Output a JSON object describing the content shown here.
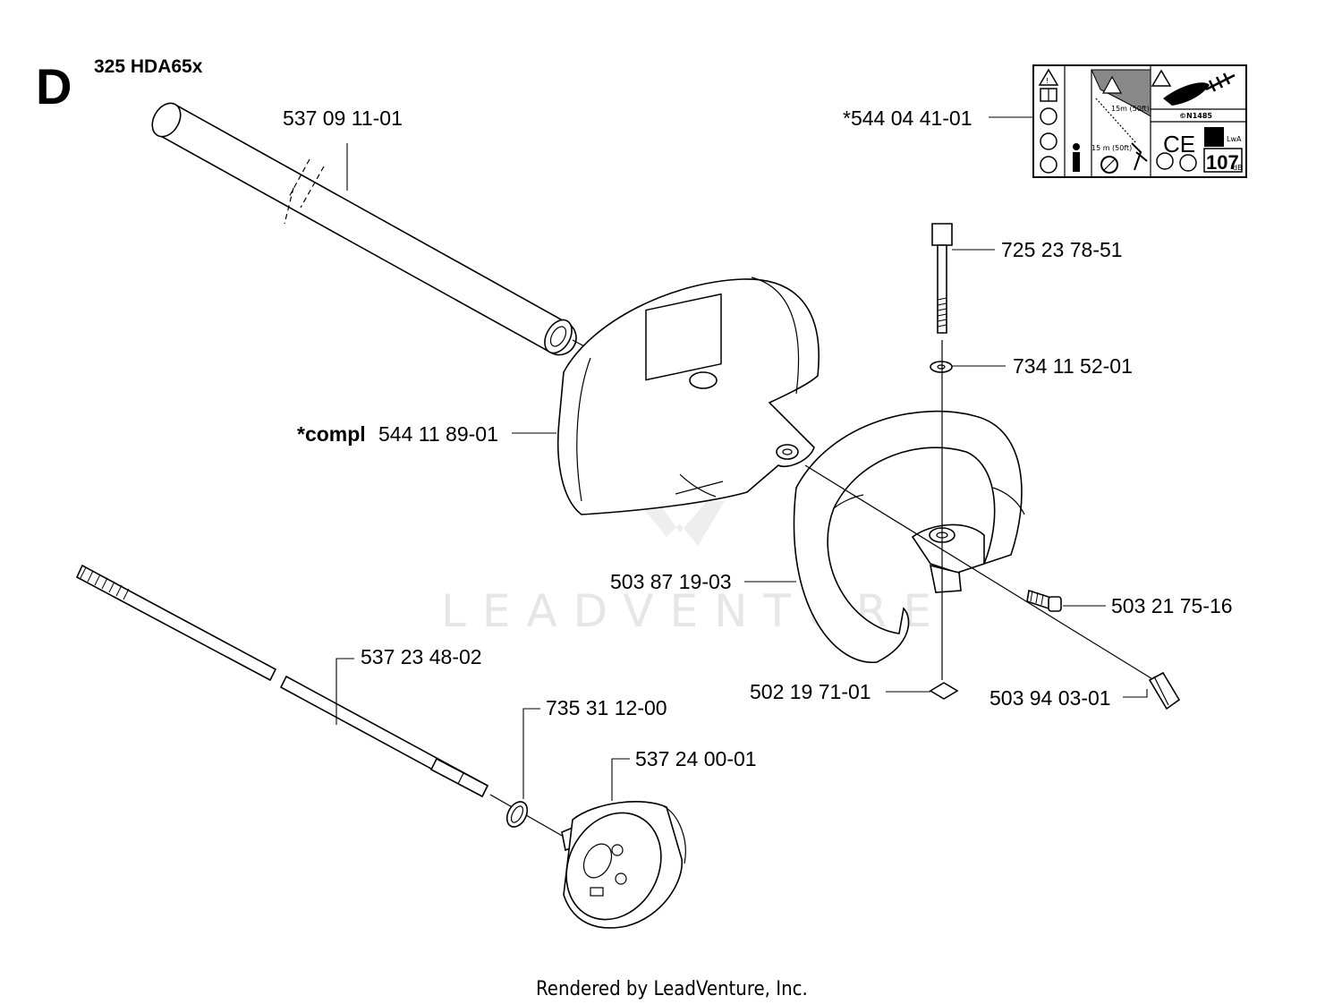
{
  "section_letter": "D",
  "model": "325 HDA65x",
  "footer": "Rendered by LeadVenture, Inc.",
  "watermark": "LEADVENTURE",
  "labels": {
    "tube": "537 09 11-01",
    "decal": "*544 04 41-01",
    "bolt": "725 23 78-51",
    "washer": "734 11 52-01",
    "guard_bold": "*compl",
    "guard": "544 11 89-01",
    "handle": "503 87 19-03",
    "screw": "503 21 75-16",
    "shaft": "537 23 48-02",
    "nut": "502 19 71-01",
    "clip": "503 94 03-01",
    "oring": "735 31 12-00",
    "drum": "537 24 00-01"
  },
  "decal_text": {
    "distance_upper": "15m (50ft)",
    "distance_lower": "15 m (50ft)",
    "standard": "©N1485",
    "ce": "CE",
    "sound_value": "107",
    "sound_unit": "dB",
    "lwa": "LwA"
  }
}
